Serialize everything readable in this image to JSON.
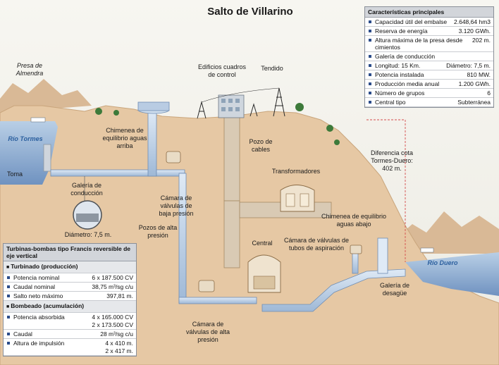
{
  "title": "Salto de Villarino",
  "labels": {
    "presa": "Presa de Almendra",
    "rio_tormes": "Río Tormes",
    "toma": "Toma",
    "galeria_conduccion": "Galería de conducción",
    "diametro": "Diámetro: 7,5 m.",
    "chimenea_arriba": "Chimenea de equilibrio aguas arriba",
    "edificios": "Edificios cuadros de control",
    "tendido": "Tendido",
    "pozo_cables": "Pozo de cables",
    "transformadores": "Transformadores",
    "camara_baja": "Cámara de válvulas de baja presión",
    "pozos_alta": "Pozos de alta presión",
    "central": "Central",
    "camara_tubos": "Cámara de válvulas de tubos de aspiración",
    "chimenea_abajo": "Chimenea de equilibrio aguas abajo",
    "diferencia_cota": "Diferencia cota Tormes-Duero: 402 m.",
    "rio_duero": "Río Duero",
    "galeria_desague": "Galería de desagüe",
    "camara_alta": "Cámara de válvulas de alta presión"
  },
  "caracteristicas": {
    "header": "Características principales",
    "rows": [
      {
        "k": "Capacidad útil del embalse",
        "v": "2.648,64 hm3"
      },
      {
        "k": "Reserva de energía",
        "v": "3.120 GWh."
      },
      {
        "k": "Altura máxima de la presa desde cimientos",
        "v": "202 m."
      },
      {
        "k": "Galería de conducción",
        "v": ""
      },
      {
        "k": "Longitud: 15 Km.",
        "v": "Diámetro: 7,5 m."
      },
      {
        "k": "Potencia instalada",
        "v": "810 MW."
      },
      {
        "k": "Producción media anual",
        "v": "1.200 GWh."
      },
      {
        "k": "Número de grupos",
        "v": "6"
      },
      {
        "k": "Central tipo",
        "v": "Subterránea"
      }
    ]
  },
  "turbinas": {
    "header": "Turbinas-bombas tipo Francis reversible de eje vertical",
    "turbinado": "Turbinado (producción)",
    "turbinado_rows": [
      {
        "k": "Potencia nominal",
        "v": "6 x 187.500 CV"
      },
      {
        "k": "Caudal nominal",
        "v": "38,75 m³/sg c/u"
      },
      {
        "k": "Salto neto máximo",
        "v": "397,81 m."
      }
    ],
    "bombeado": "Bombeado (acumulación)",
    "bombeado_rows": [
      {
        "k": "Potencia absorbida",
        "v": "4 x 165.000 CV",
        "v2": "2 x 173.500 CV"
      },
      {
        "k": "Caudal",
        "v": "28 m³/sg c/u",
        "v2": ""
      },
      {
        "k": "Altura de impulsión",
        "v": "4 x 410 m.",
        "v2": "2 x 417 m."
      }
    ]
  }
}
